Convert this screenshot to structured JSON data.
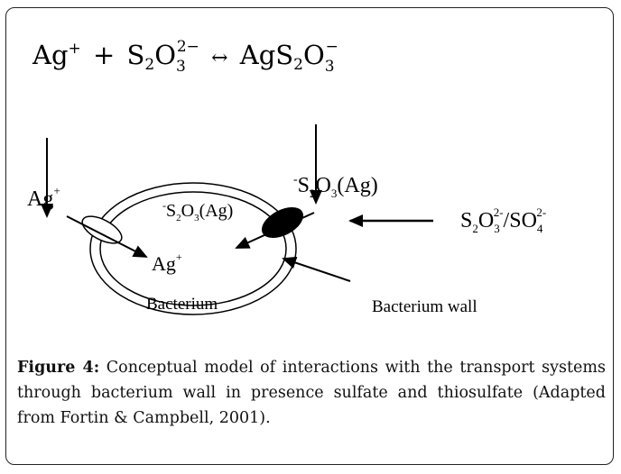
{
  "equation": {
    "reactant1": "Ag",
    "reactant1_sup": "+",
    "plus": "+",
    "reactant2": "S",
    "reactant2_sub1": "2",
    "reactant2_o": "O",
    "reactant2_sub2": "3",
    "reactant2_sup": "2−",
    "arrow": "↔",
    "product": "AgS",
    "product_sub1": "2",
    "product_o": "O",
    "product_sub2": "3",
    "product_sup": "−"
  },
  "labels": {
    "ag_outside": "Ag",
    "ag_outside_sup": "+",
    "ag_inside": "Ag",
    "ag_inside_sup": "+",
    "complex_outside": {
      "minus": "-",
      "s": "S",
      "sub1": "2",
      "o": "O",
      "sub2": "3",
      "rest": "(Ag)"
    },
    "complex_inside": {
      "minus": "-",
      "s": "S",
      "sub1": "2",
      "o": "O",
      "sub2": "3",
      "rest": "(Ag)"
    },
    "anions": {
      "s": "S",
      "sub1": "2",
      "o": "O",
      "sub2": "3",
      "sup1": "2-",
      "slash": "/SO",
      "sub3": "4",
      "sup2": "2-"
    },
    "bacterium": "Bacterium",
    "bacterium_wall": "Bacterium wall"
  },
  "caption": {
    "label": "Figure 4:",
    "text": "Conceptual model of interactions with the transport systems through bacterium wall in presence sulfate and thiosulfate (Adapted from Fortin & Campbell, 2001)."
  }
}
